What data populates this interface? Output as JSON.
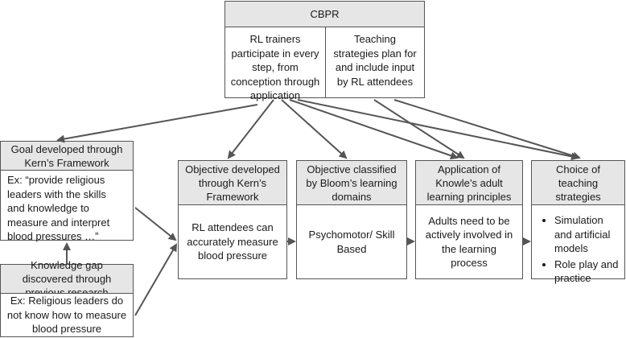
{
  "cbpr": {
    "title": "CBPR",
    "left": "RL trainers participate in every step, from conception through application",
    "right": "Teaching strategies plan for and include input by RL attendees"
  },
  "goal": {
    "title": "Goal developed through Kern’s Framework",
    "body": "Ex: “provide religious leaders with the skills and knowledge to measure and interpret blood pressures …”"
  },
  "gap": {
    "title": "Knowledge gap discovered through previous research",
    "body": "Ex: Religious leaders do not know how to measure blood pressure"
  },
  "objective": {
    "title": "Objective developed through Kern’s Framework",
    "body": "RL attendees  can accurately measure blood pressure"
  },
  "bloom": {
    "title": "Objective classified by Bloom’s learning domains",
    "body": "Psychomotor/ Skill Based"
  },
  "knowles": {
    "title": "Application of Knowle’s adult learning principles",
    "body": "Adults need to be actively involved in the learning process"
  },
  "choice": {
    "title": "Choice of teaching strategies",
    "items": [
      "Simulation and artificial models",
      "Role play and practice"
    ]
  },
  "colors": {
    "header_fill": "#e6e6e6",
    "border": "#555555",
    "arrow": "#555555"
  }
}
